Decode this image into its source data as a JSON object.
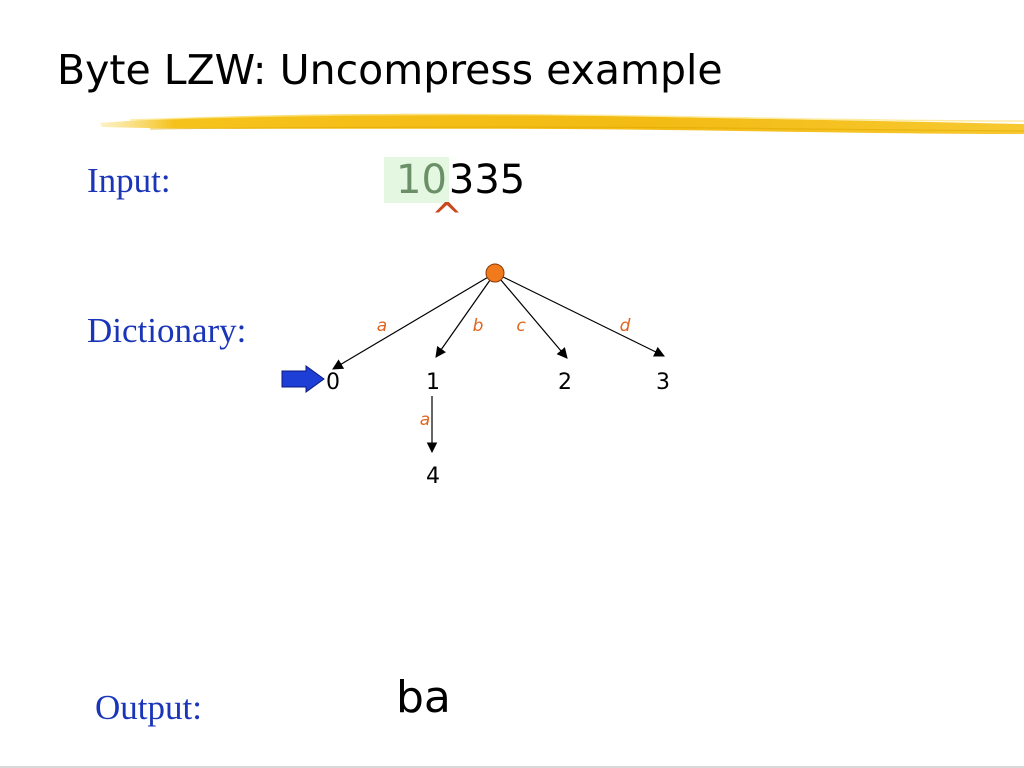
{
  "slide": {
    "title": "Byte LZW: Uncompress example"
  },
  "input": {
    "label": "Input:",
    "consumed": "10",
    "remaining": "335",
    "caret": "^"
  },
  "dictionary": {
    "label": "Dictionary:",
    "nodes": [
      "0",
      "1",
      "2",
      "3",
      "4"
    ],
    "edge_labels": [
      "a",
      "b",
      "c",
      "d",
      "a"
    ],
    "edges": [
      {
        "from": "root",
        "to": "0",
        "label": "a"
      },
      {
        "from": "root",
        "to": "1",
        "label": "b"
      },
      {
        "from": "root",
        "to": "2",
        "label": "c"
      },
      {
        "from": "root",
        "to": "3",
        "label": "d"
      },
      {
        "from": "1",
        "to": "4",
        "label": "a"
      }
    ],
    "pointer_target": "0"
  },
  "output": {
    "label": "Output:",
    "value": "ba"
  },
  "colors": {
    "label_blue": "#1a35b8",
    "edge_label_orange": "#e0641e",
    "root_fill": "#f07a1c",
    "pointer_blue": "#1d3fd6",
    "highlight_green": "#e4f7e0",
    "caret_red": "#c8491f",
    "rule_yellow": "#f5c21b"
  }
}
